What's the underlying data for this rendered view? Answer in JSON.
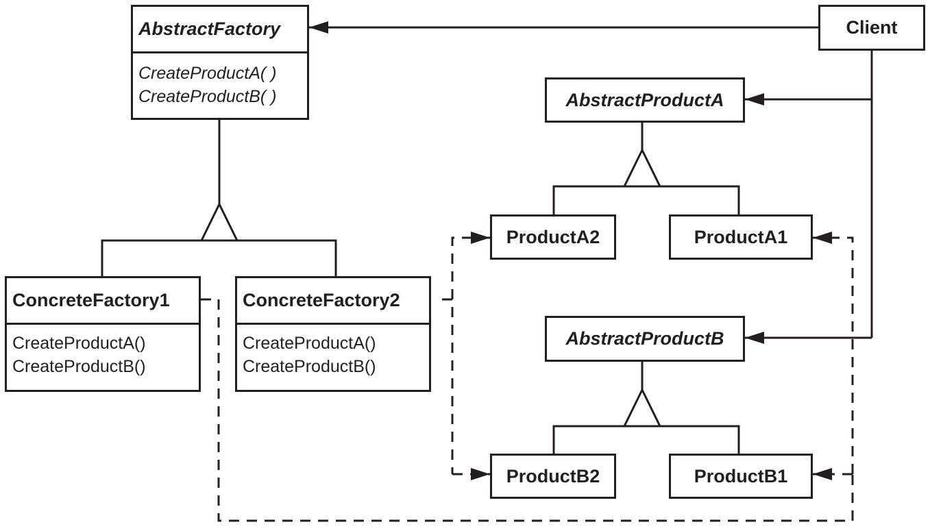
{
  "diagram": {
    "colors": {
      "line": "#231f20",
      "background": "#ffffff"
    },
    "classes": {
      "abstract_factory": {
        "name": "AbstractFactory",
        "abstract": true,
        "operations": [
          "CreateProductA( )",
          "CreateProductB( )"
        ]
      },
      "concrete_factory_1": {
        "name": "ConcreteFactory1",
        "operations": [
          "CreateProductA()",
          "CreateProductB()"
        ]
      },
      "concrete_factory_2": {
        "name": "ConcreteFactory2",
        "operations": [
          "CreateProductA()",
          "CreateProductB()"
        ]
      },
      "client": {
        "name": "Client"
      },
      "abstract_product_a": {
        "name": "AbstractProductA",
        "abstract": true
      },
      "product_a2": {
        "name": "ProductA2"
      },
      "product_a1": {
        "name": "ProductA1"
      },
      "abstract_product_b": {
        "name": "AbstractProductB",
        "abstract": true
      },
      "product_b2": {
        "name": "ProductB2"
      },
      "product_b1": {
        "name": "ProductB1"
      }
    },
    "relationships": [
      {
        "type": "association",
        "from": "Client",
        "to": "AbstractFactory"
      },
      {
        "type": "association",
        "from": "Client",
        "to": "AbstractProductA"
      },
      {
        "type": "association",
        "from": "Client",
        "to": "AbstractProductB"
      },
      {
        "type": "inheritance",
        "parent": "AbstractFactory",
        "children": [
          "ConcreteFactory1",
          "ConcreteFactory2"
        ]
      },
      {
        "type": "inheritance",
        "parent": "AbstractProductA",
        "children": [
          "ProductA2",
          "ProductA1"
        ]
      },
      {
        "type": "inheritance",
        "parent": "AbstractProductB",
        "children": [
          "ProductB2",
          "ProductB1"
        ]
      },
      {
        "type": "instantiates",
        "from": "ConcreteFactory1",
        "to": [
          "ProductA1",
          "ProductB1"
        ]
      },
      {
        "type": "instantiates",
        "from": "ConcreteFactory2",
        "to": [
          "ProductA2",
          "ProductB2"
        ]
      }
    ]
  }
}
